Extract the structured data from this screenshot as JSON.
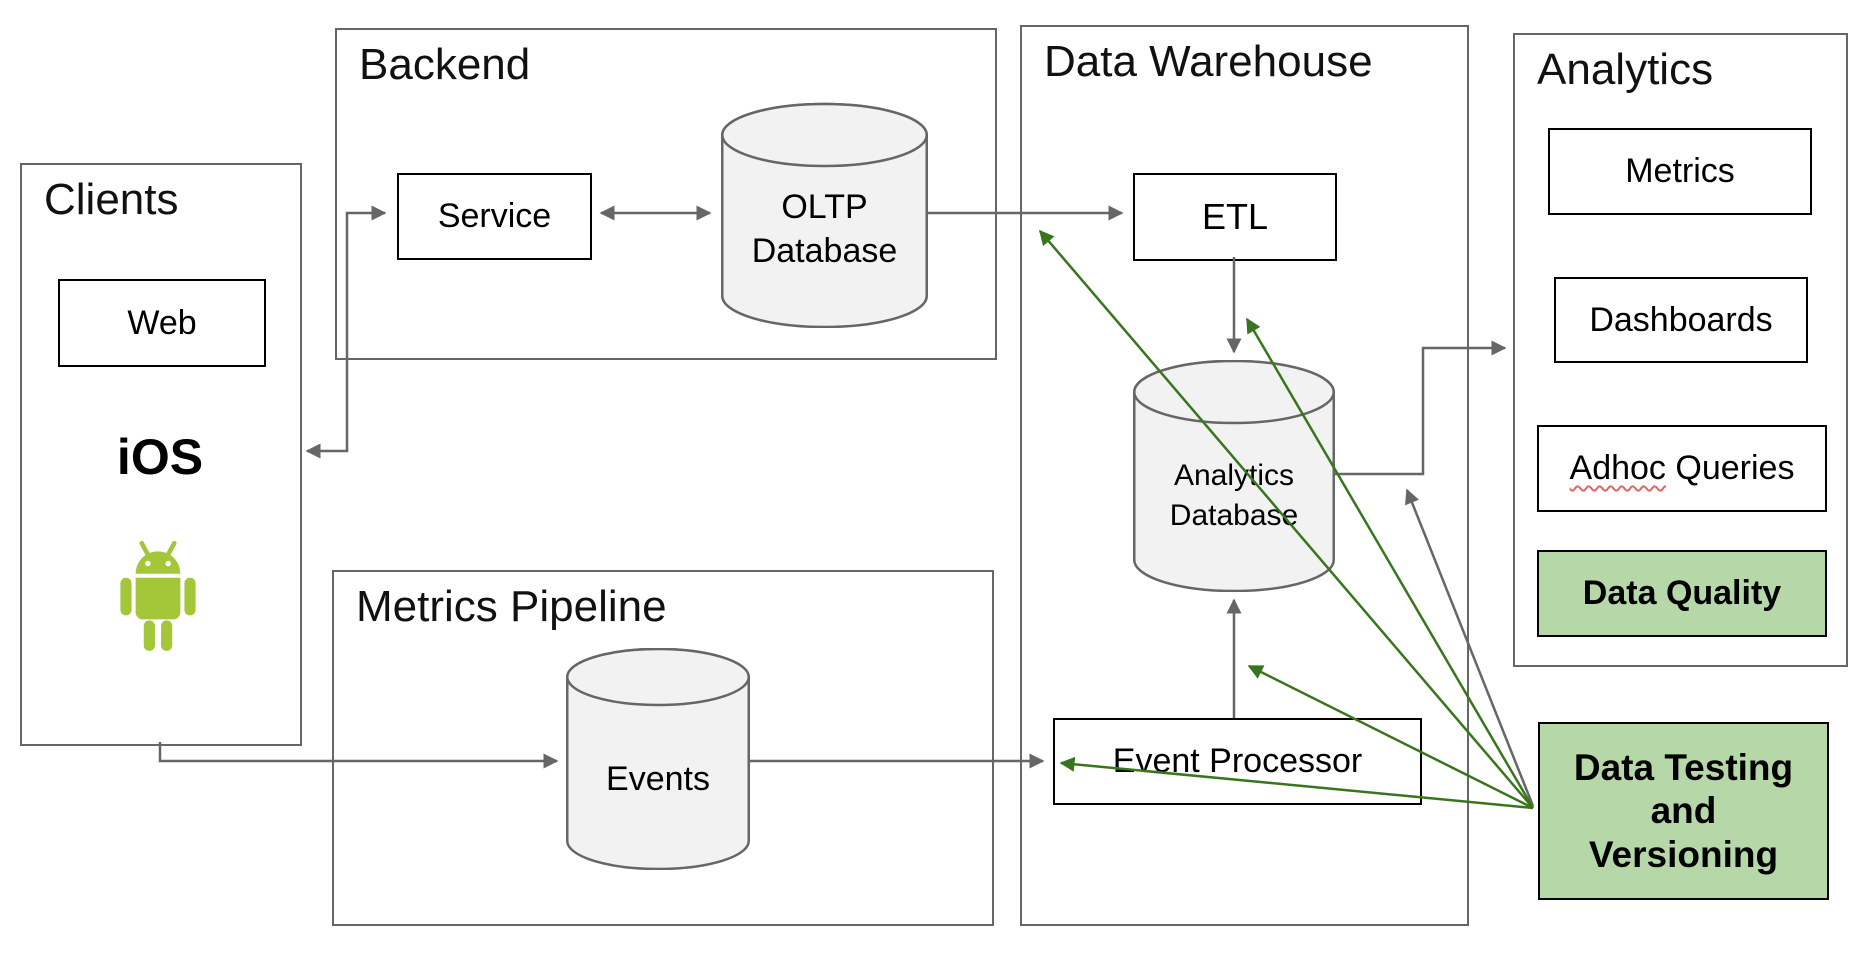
{
  "colors": {
    "container_border_gray": "#666666",
    "node_border_black": "#000000",
    "cylinder_fill": "#f2f2f2",
    "arrow_gray": "#666666",
    "arrow_green": "#38761d",
    "green_box_fill": "#b6d7a8",
    "android_green": "#a4c639",
    "spellcheck_squiggle_red": "#e06666"
  },
  "containers": {
    "clients": {
      "label": "Clients"
    },
    "backend": {
      "label": "Backend"
    },
    "metrics_pipeline": {
      "label": "Metrics Pipeline"
    },
    "data_warehouse": {
      "label": "Data Warehouse"
    },
    "analytics": {
      "label": "Analytics"
    }
  },
  "nodes": {
    "web": {
      "label": "Web"
    },
    "ios": {
      "label": "iOS"
    },
    "android": {
      "icon": "android-robot-icon"
    },
    "service": {
      "label": "Service"
    },
    "oltp_database": {
      "line1": "OLTP",
      "line2": "Database"
    },
    "events": {
      "label": "Events"
    },
    "etl": {
      "label": "ETL"
    },
    "analytics_database": {
      "line1": "Analytics",
      "line2": "Database"
    },
    "event_processor": {
      "label": "Event Processor"
    },
    "metrics": {
      "label": "Metrics"
    },
    "dashboards": {
      "label": "Dashboards"
    },
    "adhoc_queries": {
      "word_underlined": "Adhoc",
      "word_rest": "Queries"
    },
    "data_quality": {
      "label": "Data Quality"
    },
    "data_testing_versioning": {
      "line1": "Data Testing",
      "line2": "and",
      "line3": "Versioning"
    }
  },
  "edges": [
    {
      "from": "clients",
      "to": "service",
      "color": "gray",
      "bidirectional": true
    },
    {
      "from": "service",
      "to": "oltp-database",
      "color": "gray",
      "bidirectional": true
    },
    {
      "from": "oltp-database",
      "to": "etl",
      "color": "gray",
      "bidirectional": false
    },
    {
      "from": "etl",
      "to": "analytics-database",
      "color": "gray",
      "bidirectional": false
    },
    {
      "from": "event-processor",
      "to": "analytics-database",
      "color": "gray",
      "bidirectional": false
    },
    {
      "from": "events",
      "to": "event-processor",
      "color": "gray",
      "bidirectional": false
    },
    {
      "from": "clients",
      "to": "events",
      "color": "gray",
      "bidirectional": false
    },
    {
      "from": "analytics-database",
      "to": "analytics",
      "color": "gray",
      "bidirectional": false
    },
    {
      "from": "data-testing-versioning",
      "to": "analytics-database-analytics-link",
      "color": "gray",
      "bidirectional": false
    },
    {
      "from": "data-testing-versioning",
      "to": "oltp-etl-link",
      "color": "green",
      "bidirectional": false
    },
    {
      "from": "data-testing-versioning",
      "to": "etl-analytics-database-link",
      "color": "green",
      "bidirectional": false
    },
    {
      "from": "data-testing-versioning",
      "to": "event-processor-analytics-database-link",
      "color": "green",
      "bidirectional": false
    },
    {
      "from": "data-testing-versioning",
      "to": "event-processor",
      "color": "green",
      "bidirectional": false
    }
  ]
}
